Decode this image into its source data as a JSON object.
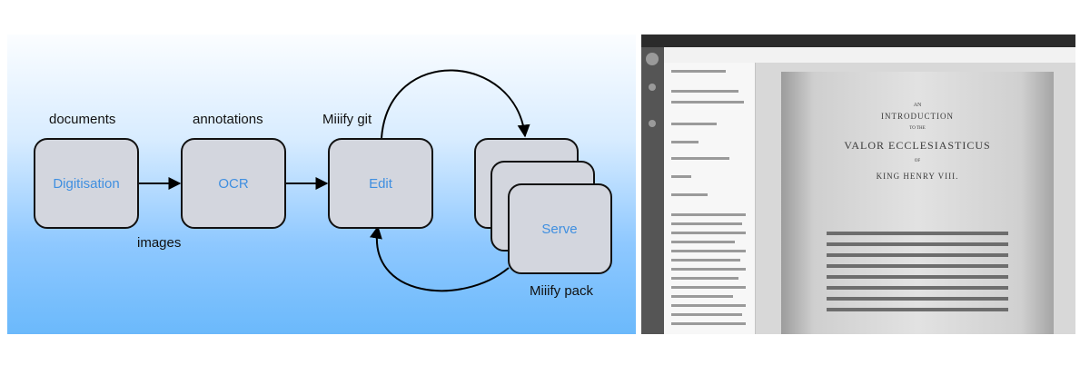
{
  "diagram": {
    "nodes": {
      "digitisation": "Digitisation",
      "ocr": "OCR",
      "edit": "Edit",
      "serve": "Serve"
    },
    "labels": {
      "documents": "documents",
      "annotations": "annotations",
      "miiify_git": "Miiify git",
      "images": "images",
      "miiify_pack": "Miiify pack"
    }
  },
  "viewer": {
    "page_heading_1": "AN",
    "page_heading_2": "INTRODUCTION",
    "page_heading_3": "TO THE",
    "page_heading_4": "VALOR ECCLESIASTICUS",
    "page_heading_5": "OF",
    "page_heading_6": "KING HENRY VIII."
  },
  "colors": {
    "node_fill": "#d3d6de",
    "node_text": "#3f8fe0",
    "gradient_bottom": "#6bb9fb"
  }
}
